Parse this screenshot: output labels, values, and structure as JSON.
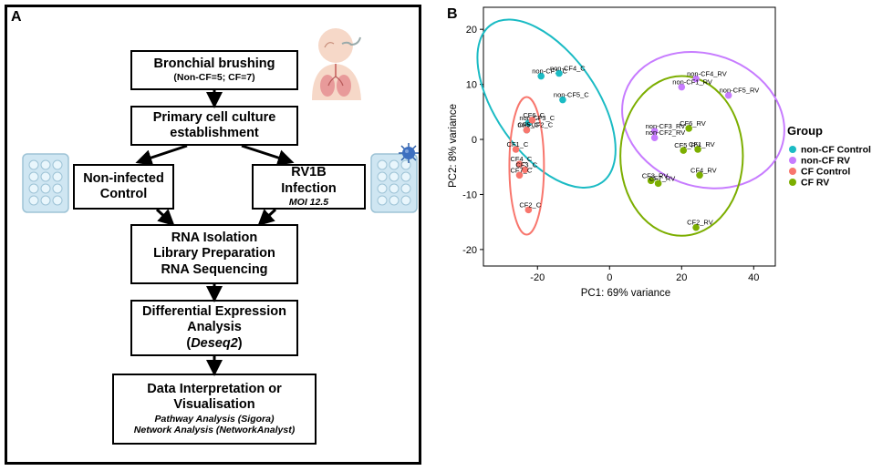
{
  "panelA": {
    "letter": "A",
    "boxes": {
      "brushing": {
        "title": "Bronchial brushing",
        "sub": "(Non-CF=5; CF=7)"
      },
      "culture": {
        "line1": "Primary cell culture",
        "line2": "establishment"
      },
      "noninfected": {
        "line1": "Non-infected",
        "line2": "Control"
      },
      "infection": {
        "line1": "RV1B",
        "line2": "Infection",
        "sub": "MOI 12.5"
      },
      "rna": {
        "line1": "RNA Isolation",
        "line2": "Library Preparation",
        "line3": "RNA Sequencing"
      },
      "de": {
        "line1": "Differential Expression",
        "line2": "Analysis",
        "sub_prefix": "(",
        "sub_tool": "Deseq2",
        "sub_suffix": ")"
      },
      "interp": {
        "line1": "Data Interpretation or",
        "line2": "Visualisation",
        "sub1": "Pathway Analysis (Sigora)",
        "sub2": "Network Analysis (NetworkAnalyst)"
      }
    },
    "icons": [
      "child-lungs-icon",
      "well-plate-icon",
      "virus-icon"
    ]
  },
  "chart_data": {
    "type": "scatter",
    "panel_letter": "B",
    "xlabel": "PC1: 69% variance",
    "ylabel": "PC2: 8% variance",
    "xlim": [
      -35,
      46
    ],
    "ylim": [
      -23,
      24
    ],
    "xticks": [
      -20,
      0,
      20,
      40
    ],
    "yticks": [
      -20,
      -10,
      0,
      10,
      20
    ],
    "legend_title": "Group",
    "legend_position": "right",
    "series": [
      {
        "name": "non-CF Control",
        "color": "#1BBBC4",
        "points": [
          {
            "label": "non-CF1_C",
            "x": -19,
            "y": 11.5
          },
          {
            "label": "non-CF4_C",
            "x": -14,
            "y": 12
          },
          {
            "label": "non-CF5_C",
            "x": -13,
            "y": 7.2
          },
          {
            "label": "non-CF3_C",
            "x": -22.5,
            "y": 3
          },
          {
            "label": "non-CF2_C",
            "x": -23,
            "y": 1.7
          }
        ]
      },
      {
        "name": "non-CF RV",
        "color": "#C77CFF",
        "points": [
          {
            "label": "non-CF4_RV",
            "x": 24,
            "y": 11
          },
          {
            "label": "non-CF1_RV",
            "x": 20,
            "y": 9.5
          },
          {
            "label": "non-CF5_RV",
            "x": 33,
            "y": 8
          },
          {
            "label": "non-CF3_RV",
            "x": 12.5,
            "y": 1.5
          },
          {
            "label": "non-CF2_RV",
            "x": 12.5,
            "y": 0.3
          }
        ]
      },
      {
        "name": "CF Control",
        "color": "#F8766D",
        "points": [
          {
            "label": "CF6_C",
            "x": -21.5,
            "y": 3.5
          },
          {
            "label": "CF5_C",
            "x": -23,
            "y": 1.7
          },
          {
            "label": "CF1_C",
            "x": -26,
            "y": -1.8
          },
          {
            "label": "CF4_C",
            "x": -25,
            "y": -4.5
          },
          {
            "label": "CF3_C",
            "x": -23.5,
            "y": -5.5
          },
          {
            "label": "CF7_C",
            "x": -25,
            "y": -6.5
          },
          {
            "label": "CF2_C",
            "x": -22.5,
            "y": -12.8
          }
        ]
      },
      {
        "name": "CF RV",
        "color": "#7CAE00",
        "points": [
          {
            "label": "CF6_RV",
            "x": 22,
            "y": 2
          },
          {
            "label": "CF5_RV",
            "x": 20.5,
            "y": -2
          },
          {
            "label": "CF1_RV",
            "x": 24.5,
            "y": -1.8
          },
          {
            "label": "CF3_RV",
            "x": 11.5,
            "y": -7.5
          },
          {
            "label": "CF7_RV",
            "x": 13.5,
            "y": -8
          },
          {
            "label": "CF4_RV",
            "x": 25,
            "y": -6.5
          },
          {
            "label": "CF2_RV",
            "x": 24,
            "y": -16
          }
        ]
      }
    ],
    "ellipses": [
      {
        "group": "non-CF Control",
        "color": "#1BBBC4",
        "cx": -17.5,
        "cy": 6.5,
        "rx": 14,
        "ry": 17.5,
        "rot": -35
      },
      {
        "group": "non-CF RV",
        "color": "#C77CFF",
        "cx": 26,
        "cy": 3.5,
        "rx": 23,
        "ry": 12,
        "rot": 20
      },
      {
        "group": "CF Control",
        "color": "#F8766D",
        "cx": -23,
        "cy": -4.8,
        "rx": 4.8,
        "ry": 12.5,
        "rot": 0
      },
      {
        "group": "CF RV",
        "color": "#7CAE00",
        "cx": 20,
        "cy": -3,
        "rx": 17,
        "ry": 14.5,
        "rot": 0
      }
    ]
  }
}
